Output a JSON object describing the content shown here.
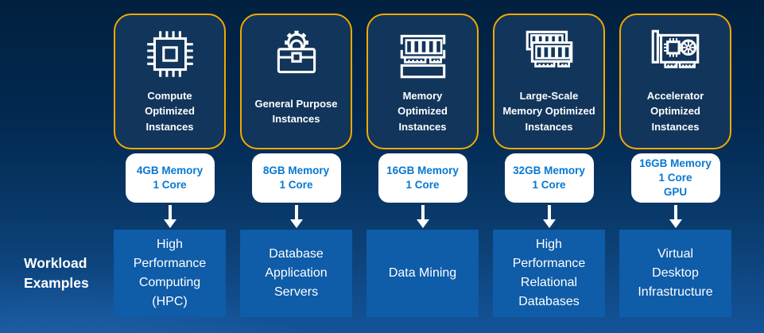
{
  "side_label": "Workload\nExamples",
  "colors": {
    "background_top": "#01203F",
    "background_bottom": "#14549A",
    "card_fill": "#12355B",
    "card_border": "#F2A900",
    "spec_text": "#0778D2",
    "workload_fill": "#0F5CA8",
    "text": "#FFFFFF"
  },
  "columns": [
    {
      "icon": "cpu-chip-icon",
      "title": "Compute\nOptimized\nInstances",
      "spec": "4GB Memory\n1 Core",
      "workload": "High\nPerformance\nComputing\n(HPC)"
    },
    {
      "icon": "toolbox-gear-icon",
      "title": "General Purpose\nInstances",
      "spec": "8GB Memory\n1 Core",
      "workload": "Database\nApplication\nServers"
    },
    {
      "icon": "memory-module-icon",
      "title": "Memory\nOptimized\nInstances",
      "spec": "16GB Memory\n1 Core",
      "workload": "Data Mining"
    },
    {
      "icon": "dual-memory-modules-icon",
      "title": "Large-Scale\nMemory Optimized\nInstances",
      "spec": "32GB Memory\n1 Core",
      "workload": "High\nPerformance\nRelational\nDatabases"
    },
    {
      "icon": "gpu-card-icon",
      "title": "Accelerator\nOptimized\nInstances",
      "spec": "16GB Memory\n1 Core\nGPU",
      "workload": "Virtual\nDesktop\nInfrastructure"
    }
  ]
}
